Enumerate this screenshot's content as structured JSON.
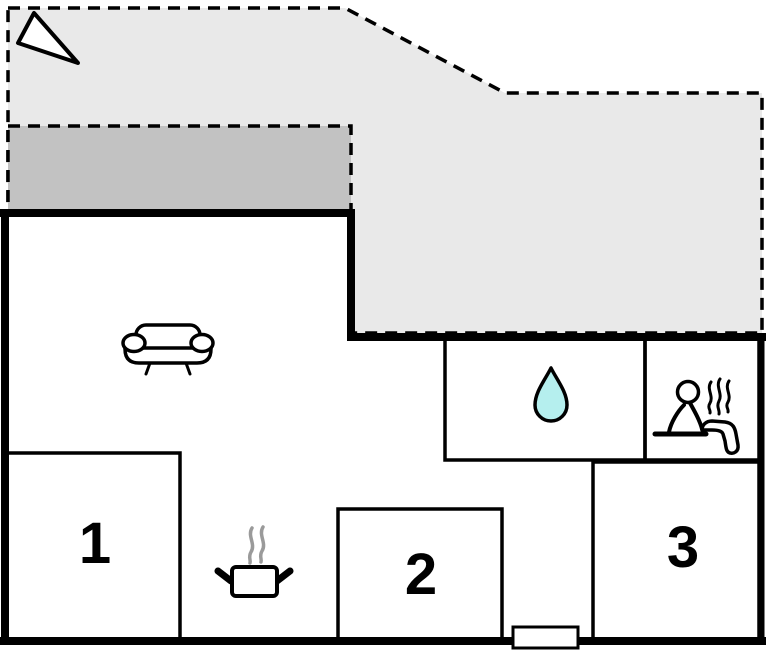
{
  "colors": {
    "background": "#ffffff",
    "wall": "#000000",
    "terrace_light": "#e9e9e9",
    "terrace_dark": "#c2c2c2",
    "water_drop_fill": "#b5efee",
    "steam_gray": "#9a9a9a",
    "label": "#000000"
  },
  "rooms": {
    "bedroom1": {
      "label": "1"
    },
    "bedroom2": {
      "label": "2"
    },
    "bedroom3": {
      "label": "3"
    },
    "bathroom": {
      "icon": "water-drop-icon"
    },
    "sauna": {
      "icon": "sauna-person-icon"
    },
    "living_area": {
      "icon": "sofa-icon"
    },
    "kitchen": {
      "icon": "cooking-pot-icon"
    }
  },
  "outdoor": {
    "open_terrace": {
      "icon": "north-arrow-icon"
    },
    "covered_terrace": {}
  },
  "door": {
    "icon": "entrance-door"
  }
}
